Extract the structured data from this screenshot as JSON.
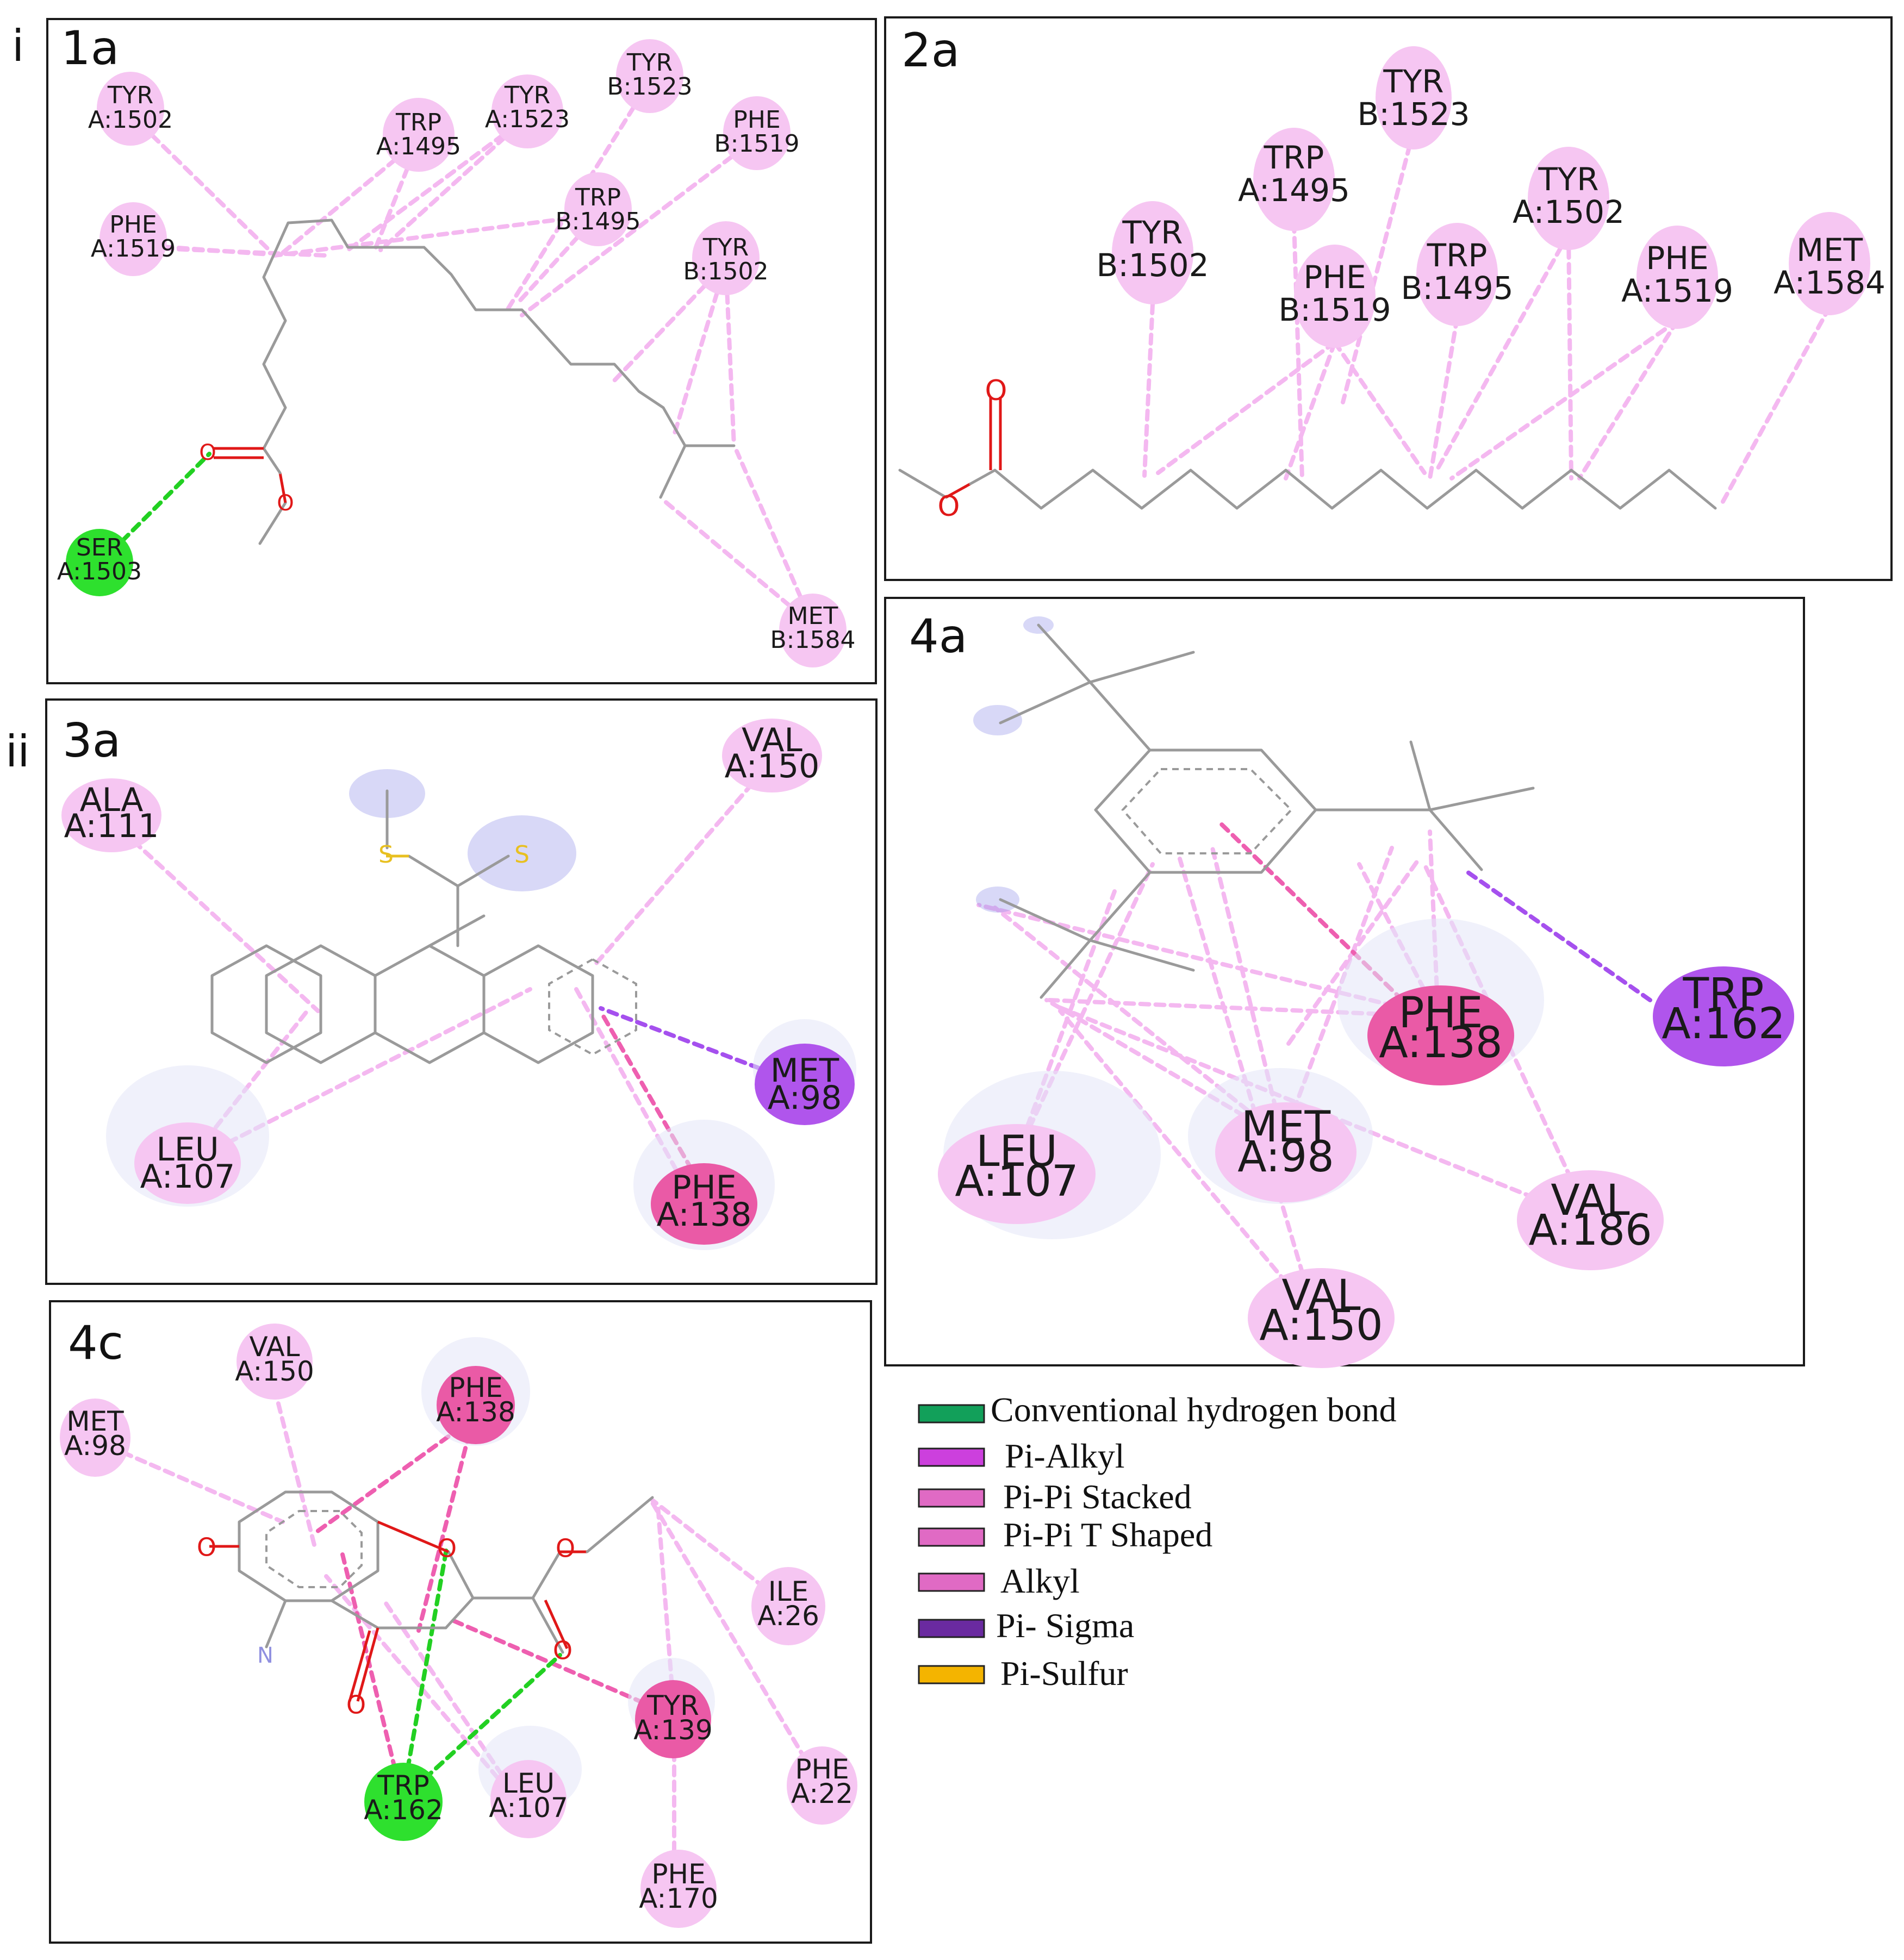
{
  "section_labels": [
    "i",
    "ii"
  ],
  "panels": [
    {
      "id": "1a",
      "label": "1a"
    },
    {
      "id": "2a",
      "label": "2a"
    },
    {
      "id": "3a",
      "label": "3a"
    },
    {
      "id": "4a",
      "label": "4a"
    },
    {
      "id": "4c",
      "label": "4c"
    }
  ],
  "residues": {
    "1a": [
      {
        "name": "TYR",
        "id": "A:1502",
        "type": "alkyl"
      },
      {
        "name": "PHE",
        "id": "A:1519",
        "type": "alkyl"
      },
      {
        "name": "TRP",
        "id": "A:1495",
        "type": "alkyl"
      },
      {
        "name": "TYR",
        "id": "A:1523",
        "type": "alkyl"
      },
      {
        "name": "TYR",
        "id": "B:1523",
        "type": "alkyl"
      },
      {
        "name": "PHE",
        "id": "B:1519",
        "type": "alkyl"
      },
      {
        "name": "TRP",
        "id": "B:1495",
        "type": "alkyl"
      },
      {
        "name": "TYR",
        "id": "B:1502",
        "type": "alkyl"
      },
      {
        "name": "SER",
        "id": "A:1503",
        "type": "hbond"
      },
      {
        "name": "MET",
        "id": "B:1584",
        "type": "alkyl"
      }
    ],
    "2a": [
      {
        "name": "TYR",
        "id": "B:1523",
        "type": "alkyl"
      },
      {
        "name": "TRP",
        "id": "A:1495",
        "type": "alkyl"
      },
      {
        "name": "TYR",
        "id": "A:1502",
        "type": "alkyl"
      },
      {
        "name": "TYR",
        "id": "B:1502",
        "type": "alkyl"
      },
      {
        "name": "PHE",
        "id": "B:1519",
        "type": "alkyl"
      },
      {
        "name": "TRP",
        "id": "B:1495",
        "type": "alkyl"
      },
      {
        "name": "PHE",
        "id": "A:1519",
        "type": "alkyl"
      },
      {
        "name": "MET",
        "id": "A:1584",
        "type": "alkyl"
      }
    ],
    "3a": [
      {
        "name": "ALA",
        "id": "A:111",
        "type": "alkyl"
      },
      {
        "name": "VAL",
        "id": "A:150",
        "type": "alkyl"
      },
      {
        "name": "MET",
        "id": "A:98",
        "type": "pisigma"
      },
      {
        "name": "LEU",
        "id": "A:107",
        "type": "alkyl"
      },
      {
        "name": "PHE",
        "id": "A:138",
        "type": "pipi"
      }
    ],
    "4a": [
      {
        "name": "PHE",
        "id": "A:138",
        "type": "pipi"
      },
      {
        "name": "TRP",
        "id": "A:162",
        "type": "pisigma"
      },
      {
        "name": "LEU",
        "id": "A:107",
        "type": "alkyl"
      },
      {
        "name": "MET",
        "id": "A:98",
        "type": "alkyl"
      },
      {
        "name": "VAL",
        "id": "A:186",
        "type": "alkyl"
      },
      {
        "name": "VAL",
        "id": "A:150",
        "type": "alkyl"
      }
    ],
    "4c": [
      {
        "name": "VAL",
        "id": "A:150",
        "type": "alkyl"
      },
      {
        "name": "PHE",
        "id": "A:138",
        "type": "pipi"
      },
      {
        "name": "MET",
        "id": "A:98",
        "type": "alkyl"
      },
      {
        "name": "ILE",
        "id": "A:26",
        "type": "alkyl"
      },
      {
        "name": "TYR",
        "id": "A:139",
        "type": "pipi"
      },
      {
        "name": "PHE",
        "id": "A:22",
        "type": "alkyl"
      },
      {
        "name": "TRP",
        "id": "A:162",
        "type": "hbond"
      },
      {
        "name": "LEU",
        "id": "A:107",
        "type": "alkyl"
      },
      {
        "name": "PHE",
        "id": "A:170",
        "type": "alkyl"
      }
    ]
  },
  "atoms": {
    "oxygen": "O",
    "sulfur": "S",
    "nitrogen": "N"
  },
  "legend": [
    {
      "label": "Conventional hydrogen bond",
      "color": "#12a05a"
    },
    {
      "label": "Pi-Alkyl",
      "color": "#cc40dd"
    },
    {
      "label": "Pi-Pi Stacked",
      "color": "#e06ac4"
    },
    {
      "label": "Pi-Pi T Shaped",
      "color": "#e06ac4"
    },
    {
      "label": "Alkyl",
      "color": "#e06ac4"
    },
    {
      "label": "Pi- Sigma",
      "color": "#6a2aa0"
    },
    {
      "label": "Pi-Sulfur",
      "color": "#f4b400"
    }
  ],
  "colors": {
    "hbond_residue": "#2ee02e",
    "alkyl_residue": "#f6c6f2",
    "pipi_residue": "#ea5aa6",
    "pisigma_residue": "#b055ec",
    "hbond_line": "#22d022",
    "alkyl_line": "#f4b8f0",
    "pipi_line": "#ee5fb0",
    "pisigma_line": "#a550ee"
  }
}
